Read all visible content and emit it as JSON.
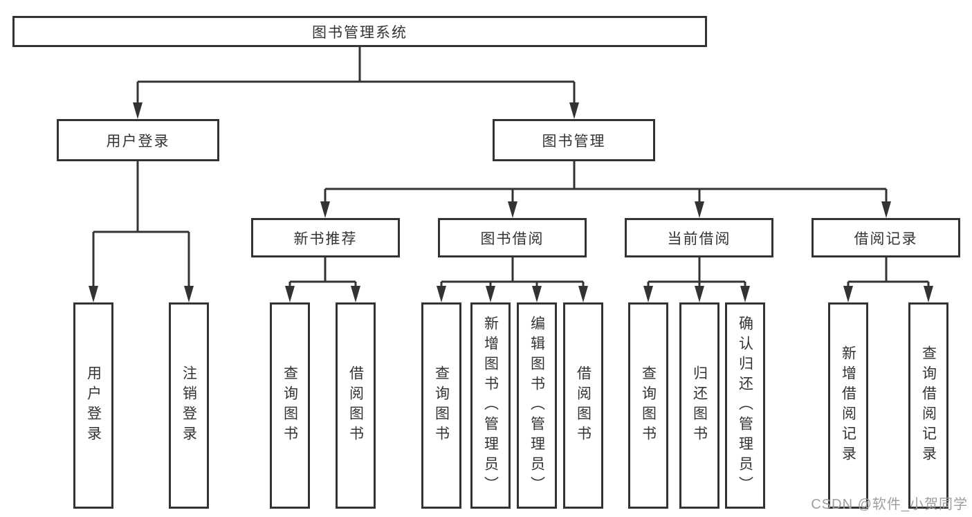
{
  "diagram": {
    "title": "图书管理系统",
    "root": {
      "label": "图书管理系统"
    },
    "level2": [
      {
        "label": "用户登录"
      },
      {
        "label": "图书管理"
      }
    ],
    "level3": [
      {
        "label": "新书推荐"
      },
      {
        "label": "图书借阅"
      },
      {
        "label": "当前借阅"
      },
      {
        "label": "借阅记录"
      }
    ],
    "leaves": {
      "user_login": [
        {
          "label": "用户登录"
        },
        {
          "label": "注销登录"
        }
      ],
      "new_book_recommend": [
        {
          "label": "查询图书"
        },
        {
          "label": "借阅图书"
        }
      ],
      "book_borrow": [
        {
          "label": "查询图书"
        },
        {
          "label": "新增图书（管理员）"
        },
        {
          "label": "编辑图书（管理员）"
        },
        {
          "label": "借阅图书"
        }
      ],
      "current_borrow": [
        {
          "label": "查询图书"
        },
        {
          "label": "归还图书"
        },
        {
          "label": "确认归还（管理员）"
        }
      ],
      "borrow_records": [
        {
          "label": "新增借阅记录"
        },
        {
          "label": "查询借阅记录"
        }
      ]
    }
  },
  "watermark": {
    "text": "CSDN @软件_小贺同学"
  },
  "colors": {
    "line": "#333333",
    "text": "#333333",
    "background": "#ffffff",
    "watermark": "#9e9e9e"
  }
}
